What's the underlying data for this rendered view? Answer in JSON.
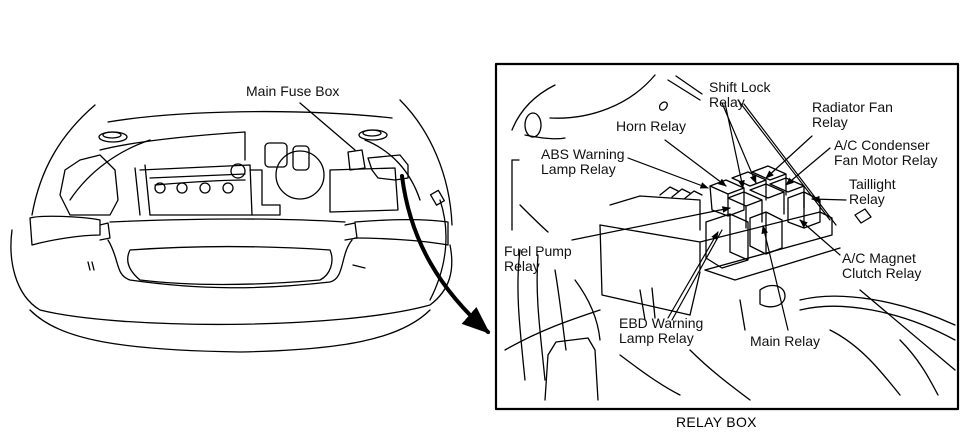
{
  "diagram": {
    "overview": {
      "main_fuse_box_label": "Main Fuse Box"
    },
    "relay_box": {
      "caption": "RELAY BOX",
      "labels": {
        "shift_lock": [
          "Shift Lock",
          "Relay"
        ],
        "horn": [
          "Horn Relay"
        ],
        "radiator_fan": [
          "Radiator Fan",
          "Relay"
        ],
        "ac_condenser": [
          "A/C Condenser",
          "Fan Motor Relay"
        ],
        "abs_warning": [
          "ABS Warning",
          "Lamp Relay"
        ],
        "taillight": [
          "Taillight",
          "Relay"
        ],
        "fuel_pump": [
          "Fuel Pump",
          "Relay"
        ],
        "ac_magnet": [
          "A/C Magnet",
          "Clutch Relay"
        ],
        "ebd_warning": [
          "EBD Warning",
          "Lamp Relay"
        ],
        "main": [
          "Main Relay"
        ]
      }
    },
    "colors": {
      "ink": "#000000",
      "background": "#ffffff"
    }
  }
}
